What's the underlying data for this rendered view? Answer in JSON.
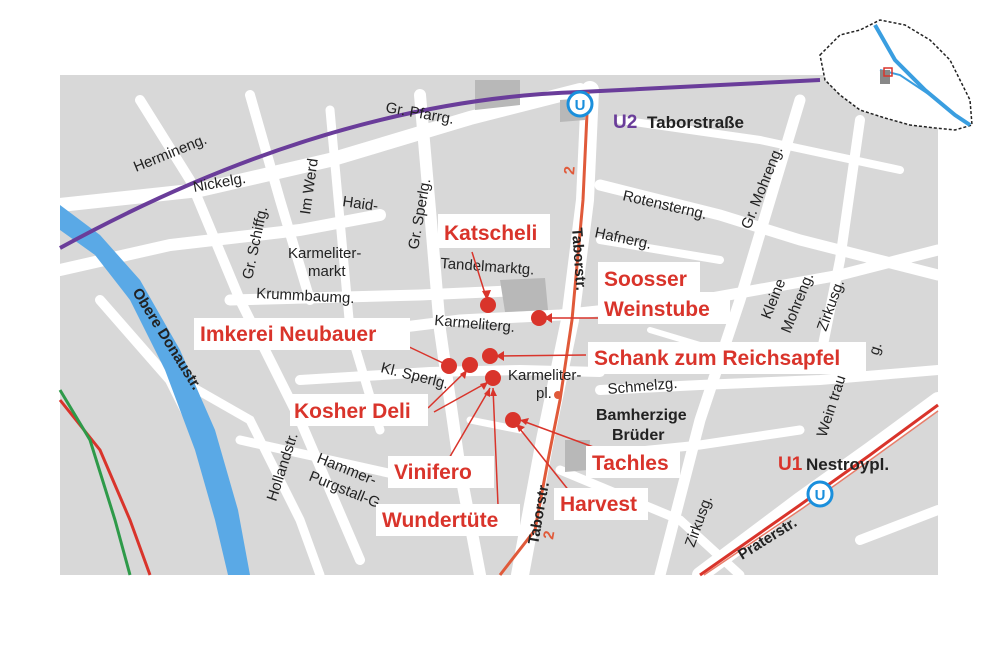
{
  "colors": {
    "block": "#d8d8d8",
    "street": "#ffffff",
    "river": "#5aa9e6",
    "u2": "#6a3d9a",
    "u1": "#d9342b",
    "place": "#d9342b",
    "line2": "#e05a3a",
    "green": "#2e9a49"
  },
  "stations": {
    "u2_line": "U2",
    "u2_name": "Taborstraße",
    "u1_line": "U1",
    "u1_name": "Nestroypl.",
    "metro_icon": "U"
  },
  "tram_route": "2",
  "streets": {
    "gr_pfarrg": "Gr. Pfarrg.",
    "hermineng": "Hermineng.",
    "nickelg": "Nickelg.",
    "im_werd": "Im Werd",
    "haid": "Haid-",
    "gr_schiffg": "Gr. Schiffg.",
    "gr_sperlg": "Gr. Sperlg.",
    "karmelitermarkt_1": "Karmeliter-",
    "karmelitermarkt_2": "markt",
    "krummbaumg": "Krummbaumg.",
    "obere_donaustr": "Obere Donaustr.",
    "tandelmarktg": "Tandelmarktg.",
    "karmeliterg": "Karmeliterg.",
    "kl_sperlg": "Kl. Sperlg.",
    "karmeliterpl_1": "Karmeliter-",
    "karmeliterpl_2": "pl.",
    "taborstr_top": "Taborstr.",
    "taborstr_bottom": "Taborstr.",
    "rotensterng": "Rotensterng.",
    "hafnerg": "Hafnerg.",
    "gr_mohreng": "Gr. Mohreng.",
    "kleine_mohreng_1": "Kleine",
    "kleine_mohreng_2": "Mohreng.",
    "zirkusg_top": "Zirkusg.",
    "zirkusg_bottom": "Zirkusg.",
    "schmelzg": "Schmelzg.",
    "weintraubeng": "Wein trau",
    "g_suffix": "g.",
    "hollandstr": "Hollandstr.",
    "hammer_1": "Hammer-",
    "hammer_2": "Purgstall-G.",
    "praterstr": "Praterstr."
  },
  "landmarks": {
    "bamherzige_1": "Bamherzige",
    "bamherzige_2": "Brüder"
  },
  "places": {
    "katscheli": "Katscheli",
    "soosser_1": "Soosser",
    "soosser_2": "Weinstube",
    "imkerei": "Imkerei Neubauer",
    "schank": "Schank zum Reichsapfel",
    "kosher": "Kosher Deli",
    "vinifero": "Vinifero",
    "tachles": "Tachles",
    "harvest": "Harvest",
    "wundertuete": "Wundertüte"
  }
}
